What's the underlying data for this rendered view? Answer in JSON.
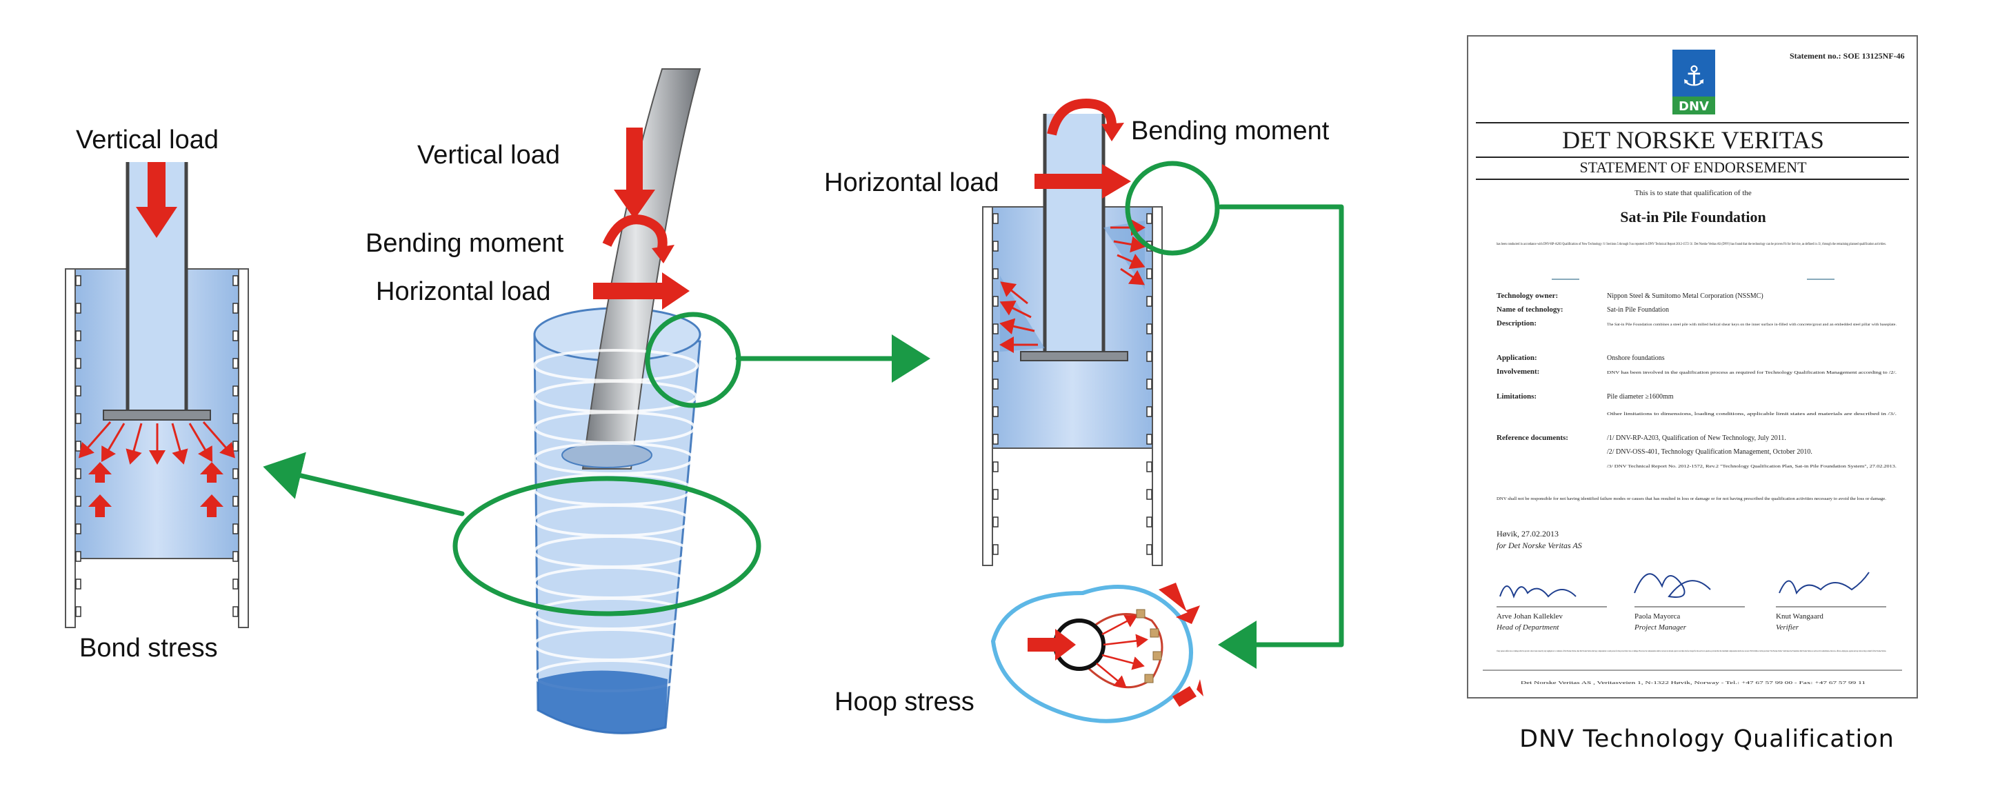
{
  "labels": {
    "left_vertical_load": "Vertical load",
    "left_bond_stress": "Bond stress",
    "mid_vertical_load": "Vertical load",
    "mid_bending_moment": "Bending moment",
    "mid_horizontal_load": "Horizontal load",
    "right_bending_moment": "Bending moment",
    "right_horizontal_load": "Horizontal load",
    "right_hoop_stress": "Hoop stress"
  },
  "colors": {
    "load_arrow": "#e0261c",
    "highlight_circle": "#1a9a46",
    "pile_blue": "#a9c8ec",
    "hoop_outline": "#5db7e6"
  },
  "certificate": {
    "statement_no": "Statement no.: SOE 13125NF-46",
    "logo_text": "DNV",
    "org_name": "DET NORSKE VERITAS",
    "doc_title": "STATEMENT OF ENDORSEMENT",
    "intro": "This is to state that qualification of the",
    "subject": "Sat-in Pile Foundation",
    "body": "has been conducted in accordance with DNV-RP-A203 Qualification of New Technology /1/ Sections 5 through 9 as reported in DNV Technical Report 2012-1572 /3/. Det Norske Veritas AS (DNV) has found that the technology can be proven Fit for Service, as defined in /2/, through the remaining planned qualification activities.",
    "fields": [
      {
        "label": "Technology owner:",
        "value": "Nippon Steel & Sumitomo Metal Corporation (NSSMC)"
      },
      {
        "label": "Name of technology:",
        "value": "Sat-in Pile Foundation"
      },
      {
        "label": "Description:",
        "value": "The Sat-in Pile Foundation combines a steel pile with milled helical shear keys on the inner surface in-filled with concrete/grout and an embedded steel pillar with baseplate."
      },
      {
        "label": "Application:",
        "value": "Onshore foundations"
      },
      {
        "label": "Involvement:",
        "value": "DNV has been involved in the qualification process as required for Technology Qualification Management according to /2/."
      },
      {
        "label": "Limitations:",
        "value": "Pile diameter ≥1600mm"
      },
      {
        "label": "",
        "value": "Other limitations to dimensions, loading conditions, applicable limit states and materials are described in /3/."
      },
      {
        "label": "Reference documents:",
        "value": "/1/ DNV-RP-A203, Qualification of New Technology, July 2011."
      },
      {
        "label": "",
        "value": "/2/ DNV-OSS-401, Technology Qualification Management, October 2010."
      },
      {
        "label": "",
        "value": "/3/ DNV Technical Report No. 2012-1572, Rev.2 \"Technology Qualification Plan, Sat-in Pile Foundation System\", 27.02.2013."
      }
    ],
    "disclaimer": "DNV shall not be responsible for not having identified failure modes or causes that has resulted in loss or damage or for not having prescribed the qualification activities necessary to avoid the loss or damage.",
    "place_date": "Høvik, 27.02.2013",
    "for_org": "for Det Norske Veritas AS",
    "signatories": [
      {
        "name": "Arve Johan Kalleklev",
        "role": "Head of Department"
      },
      {
        "name": "Paola Mayorca",
        "role": "Project Manager"
      },
      {
        "name": "Knut Wangaard",
        "role": "Verifier"
      }
    ],
    "fine_print": "If any person suffers loss or damage which is proved to have been caused by any negligent act or omission of Det Norske Veritas, then Det Norske Veritas shall pay compensation to such person for his proved direct loss or damage. However, the compensation shall not exceed an amount equal to ten times the fee charged for the service in question, provided that the maximum compensation shall never exceed USD 2 million. In this provision \"Det Norske Veritas\" shall mean the Foundation Det Norske Veritas as well as all its subsidiaries, directors, officers, employees, agents and any other acting on behalf of Det Norske Veritas.",
    "footer": "Det Norske Veritas AS , Veritasveien 1, N-1322 Høvik, Norway - Tel.: +47 67 57 99 00 - Fax: +47 67 57 99 11"
  },
  "caption": "DNV Technology Qualification"
}
